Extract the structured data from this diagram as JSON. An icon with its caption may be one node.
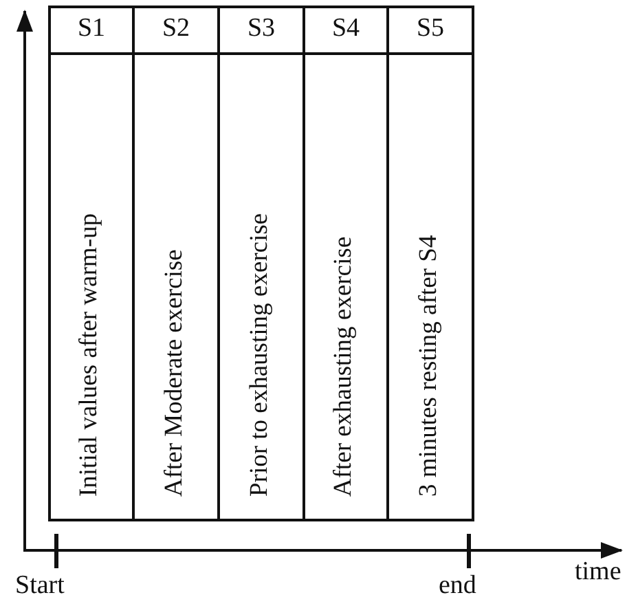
{
  "diagram": {
    "labels": [
      "S1",
      "S2",
      "S3",
      "S4",
      "S5",
      "Initial values after warm-up",
      "After Moderate exercise",
      "Prior to exhausting exercise",
      "After exhausting exercise",
      "3 minutes resting after S4",
      "Start",
      "end",
      "time"
    ]
  }
}
